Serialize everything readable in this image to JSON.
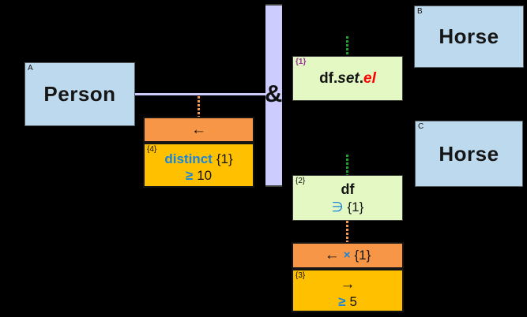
{
  "colors": {
    "background": "#000000",
    "entity_fill": "#BCD9ED",
    "fact_fill": "#E3F8C3",
    "role_fill": "#F79646",
    "constraint_fill": "#FFC000",
    "junction_bar": "#CCCCFF",
    "connector_green": "#1FA32B",
    "connector_orange": "#F7964B",
    "text_blue": "#1885DB",
    "text_red": "#FF0000",
    "tag_purple": "#993399"
  },
  "entities": {
    "person": {
      "tag": "A",
      "name": "Person"
    },
    "horse_top": {
      "tag": "B",
      "name": "Horse"
    },
    "horse_bottom": {
      "tag": "C",
      "name": "Horse"
    }
  },
  "junction": {
    "symbol": "&"
  },
  "facts": {
    "fact1": {
      "tag": "{1}",
      "df": "df",
      "dot1": ".",
      "set": "set",
      "dot2": ".",
      "el": "el"
    },
    "fact2": {
      "tag": "{2}",
      "name": "df",
      "member_symbol": "∋",
      "member_arg": "{1}"
    }
  },
  "roles": {
    "left": {
      "arrow": "←"
    },
    "mid": {
      "arrow": "←",
      "times": "×",
      "arg": "{1}"
    }
  },
  "constraints": {
    "left": {
      "tag": "{4}",
      "keyword": "distinct",
      "arg": "{1}",
      "op": "≥",
      "value": "10"
    },
    "mid": {
      "tag": "{3}",
      "arrow": "→",
      "op": "≥",
      "value": "5"
    }
  }
}
